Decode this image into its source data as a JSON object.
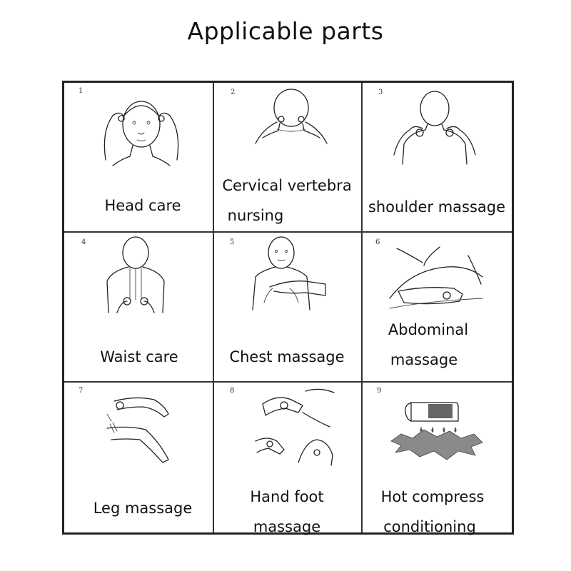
{
  "title": "Applicable parts",
  "cells": [
    {
      "number": "1",
      "label": "Head care",
      "icon": "head-massage-icon"
    },
    {
      "number": "2",
      "label": "Cervical vertebra nursing",
      "line1": "Cervical vertebra",
      "line2": "nursing",
      "icon": "neck-massage-icon"
    },
    {
      "number": "3",
      "label": "shoulder massage",
      "icon": "shoulder-massage-icon"
    },
    {
      "number": "4",
      "label": "Waist care",
      "icon": "back-massage-icon"
    },
    {
      "number": "5",
      "label": "Chest massage",
      "icon": "chest-massage-icon"
    },
    {
      "number": "6",
      "label": "Abdominal massage",
      "line1": "Abdominal",
      "line2": "massage",
      "icon": "abdomen-massage-icon"
    },
    {
      "number": "7",
      "label": "Leg massage",
      "icon": "leg-massage-icon"
    },
    {
      "number": "8",
      "label": "Hand foot massage",
      "line1": "Hand foot",
      "line2": "massage",
      "icon": "hand-foot-massage-icon"
    },
    {
      "number": "9",
      "label": "Hot compress conditioning",
      "line1": "Hot compress",
      "line2": "conditioning",
      "icon": "hot-compress-icon"
    }
  ]
}
